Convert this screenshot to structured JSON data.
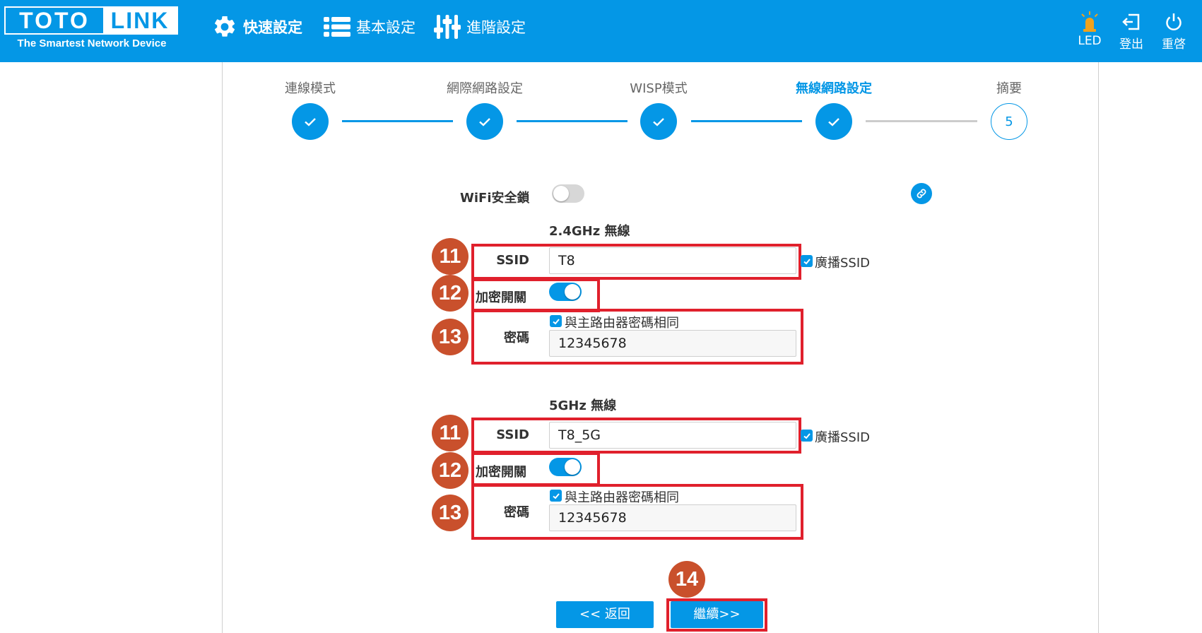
{
  "header": {
    "logo_left": "TOTO",
    "logo_right": "LINK",
    "tagline": "The Smartest Network Device",
    "nav": [
      {
        "label": "快速設定",
        "icon": "gear-icon"
      },
      {
        "label": "基本設定",
        "icon": "list-icon"
      },
      {
        "label": "進階設定",
        "icon": "sliders-icon"
      }
    ],
    "actions": {
      "led": "LED",
      "logout": "登出",
      "reboot": "重啓"
    }
  },
  "steps": [
    {
      "label": "連線模式",
      "state": "done"
    },
    {
      "label": "網際網路設定",
      "state": "done"
    },
    {
      "label": "WISP模式",
      "state": "done"
    },
    {
      "label": "無線網路設定",
      "state": "current"
    },
    {
      "label": "摘要",
      "state": "pending",
      "number": "5"
    }
  ],
  "form": {
    "wifi_lock_label": "WiFi安全鎖",
    "wifi_lock_on": false,
    "band24": {
      "title": "2.4GHz 無線",
      "ssid_label": "SSID",
      "ssid_value": "T8",
      "broadcast_label": "廣播SSID",
      "encrypt_label": "加密開關",
      "password_label": "密碼",
      "same_pw_label": "與主路由器密碼相同",
      "password_value": "12345678"
    },
    "band5": {
      "title": "5GHz 無線",
      "ssid_label": "SSID",
      "ssid_value": "T8_5G",
      "broadcast_label": "廣播SSID",
      "encrypt_label": "加密開關",
      "password_label": "密碼",
      "same_pw_label": "與主路由器密碼相同",
      "password_value": "12345678"
    },
    "back_label": "<< 返回",
    "next_label": "繼續>>"
  },
  "annotations": [
    "11",
    "12",
    "13",
    "11",
    "12",
    "13",
    "14"
  ],
  "colors": {
    "brand": "#0497e6",
    "highlight": "#e0202c",
    "badge": "#c9502c",
    "led": "#f0a21c"
  }
}
